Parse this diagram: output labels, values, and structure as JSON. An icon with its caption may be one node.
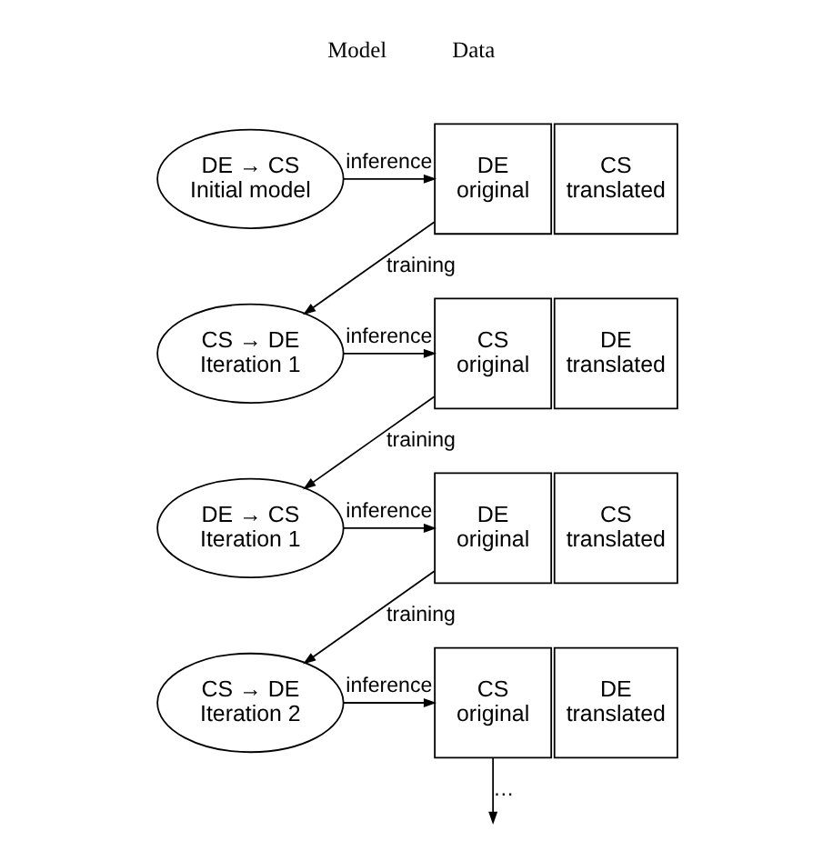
{
  "diagram": {
    "nodes": [
      {
        "text": [
          "DE → CS Initial model"
        ]
      },
      {
        "text": [
          "DE original"
        ]
      },
      {
        "text": [
          "CS translated"
        ]
      },
      {
        "text": [
          "CS → DE Iteration 1"
        ]
      },
      {
        "text": [
          "CS original"
        ]
      },
      {
        "text": [
          "DE translated"
        ]
      },
      {
        "text": [
          "DE → CS Iteration 1"
        ]
      },
      {
        "text": [
          "DE original"
        ]
      },
      {
        "text": [
          "CS translated"
        ]
      },
      {
        "text": [
          "CS → DE Iteration 2"
        ]
      },
      {
        "text": [
          "CS original"
        ]
      },
      {
        "text": [
          "DE translated"
        ]
      }
    ],
    "edges": [
      {
        "from": 0,
        "to": 1,
        "arrow": "to",
        "label": "inference"
      },
      {
        "from": 1,
        "to": 3,
        "arrow": "to",
        "label": "training"
      },
      {
        "from": 3,
        "to": 4,
        "arrow": "to",
        "label": "inference"
      },
      {
        "from": 4,
        "to": 6,
        "arrow": "to",
        "label": "training"
      },
      {
        "from": 6,
        "to": 7,
        "arrow": "to",
        "label": "inference"
      },
      {
        "from": 7,
        "to": 9,
        "arrow": "to",
        "label": "training"
      },
      {
        "from": 9,
        "to": 10,
        "arrow": "to",
        "label": "inference"
      },
      {
        "from": 10,
        "to": null,
        "arrow": "to",
        "label": "…"
      }
    ],
    "labels": [
      "Model",
      "Data"
    ]
  }
}
